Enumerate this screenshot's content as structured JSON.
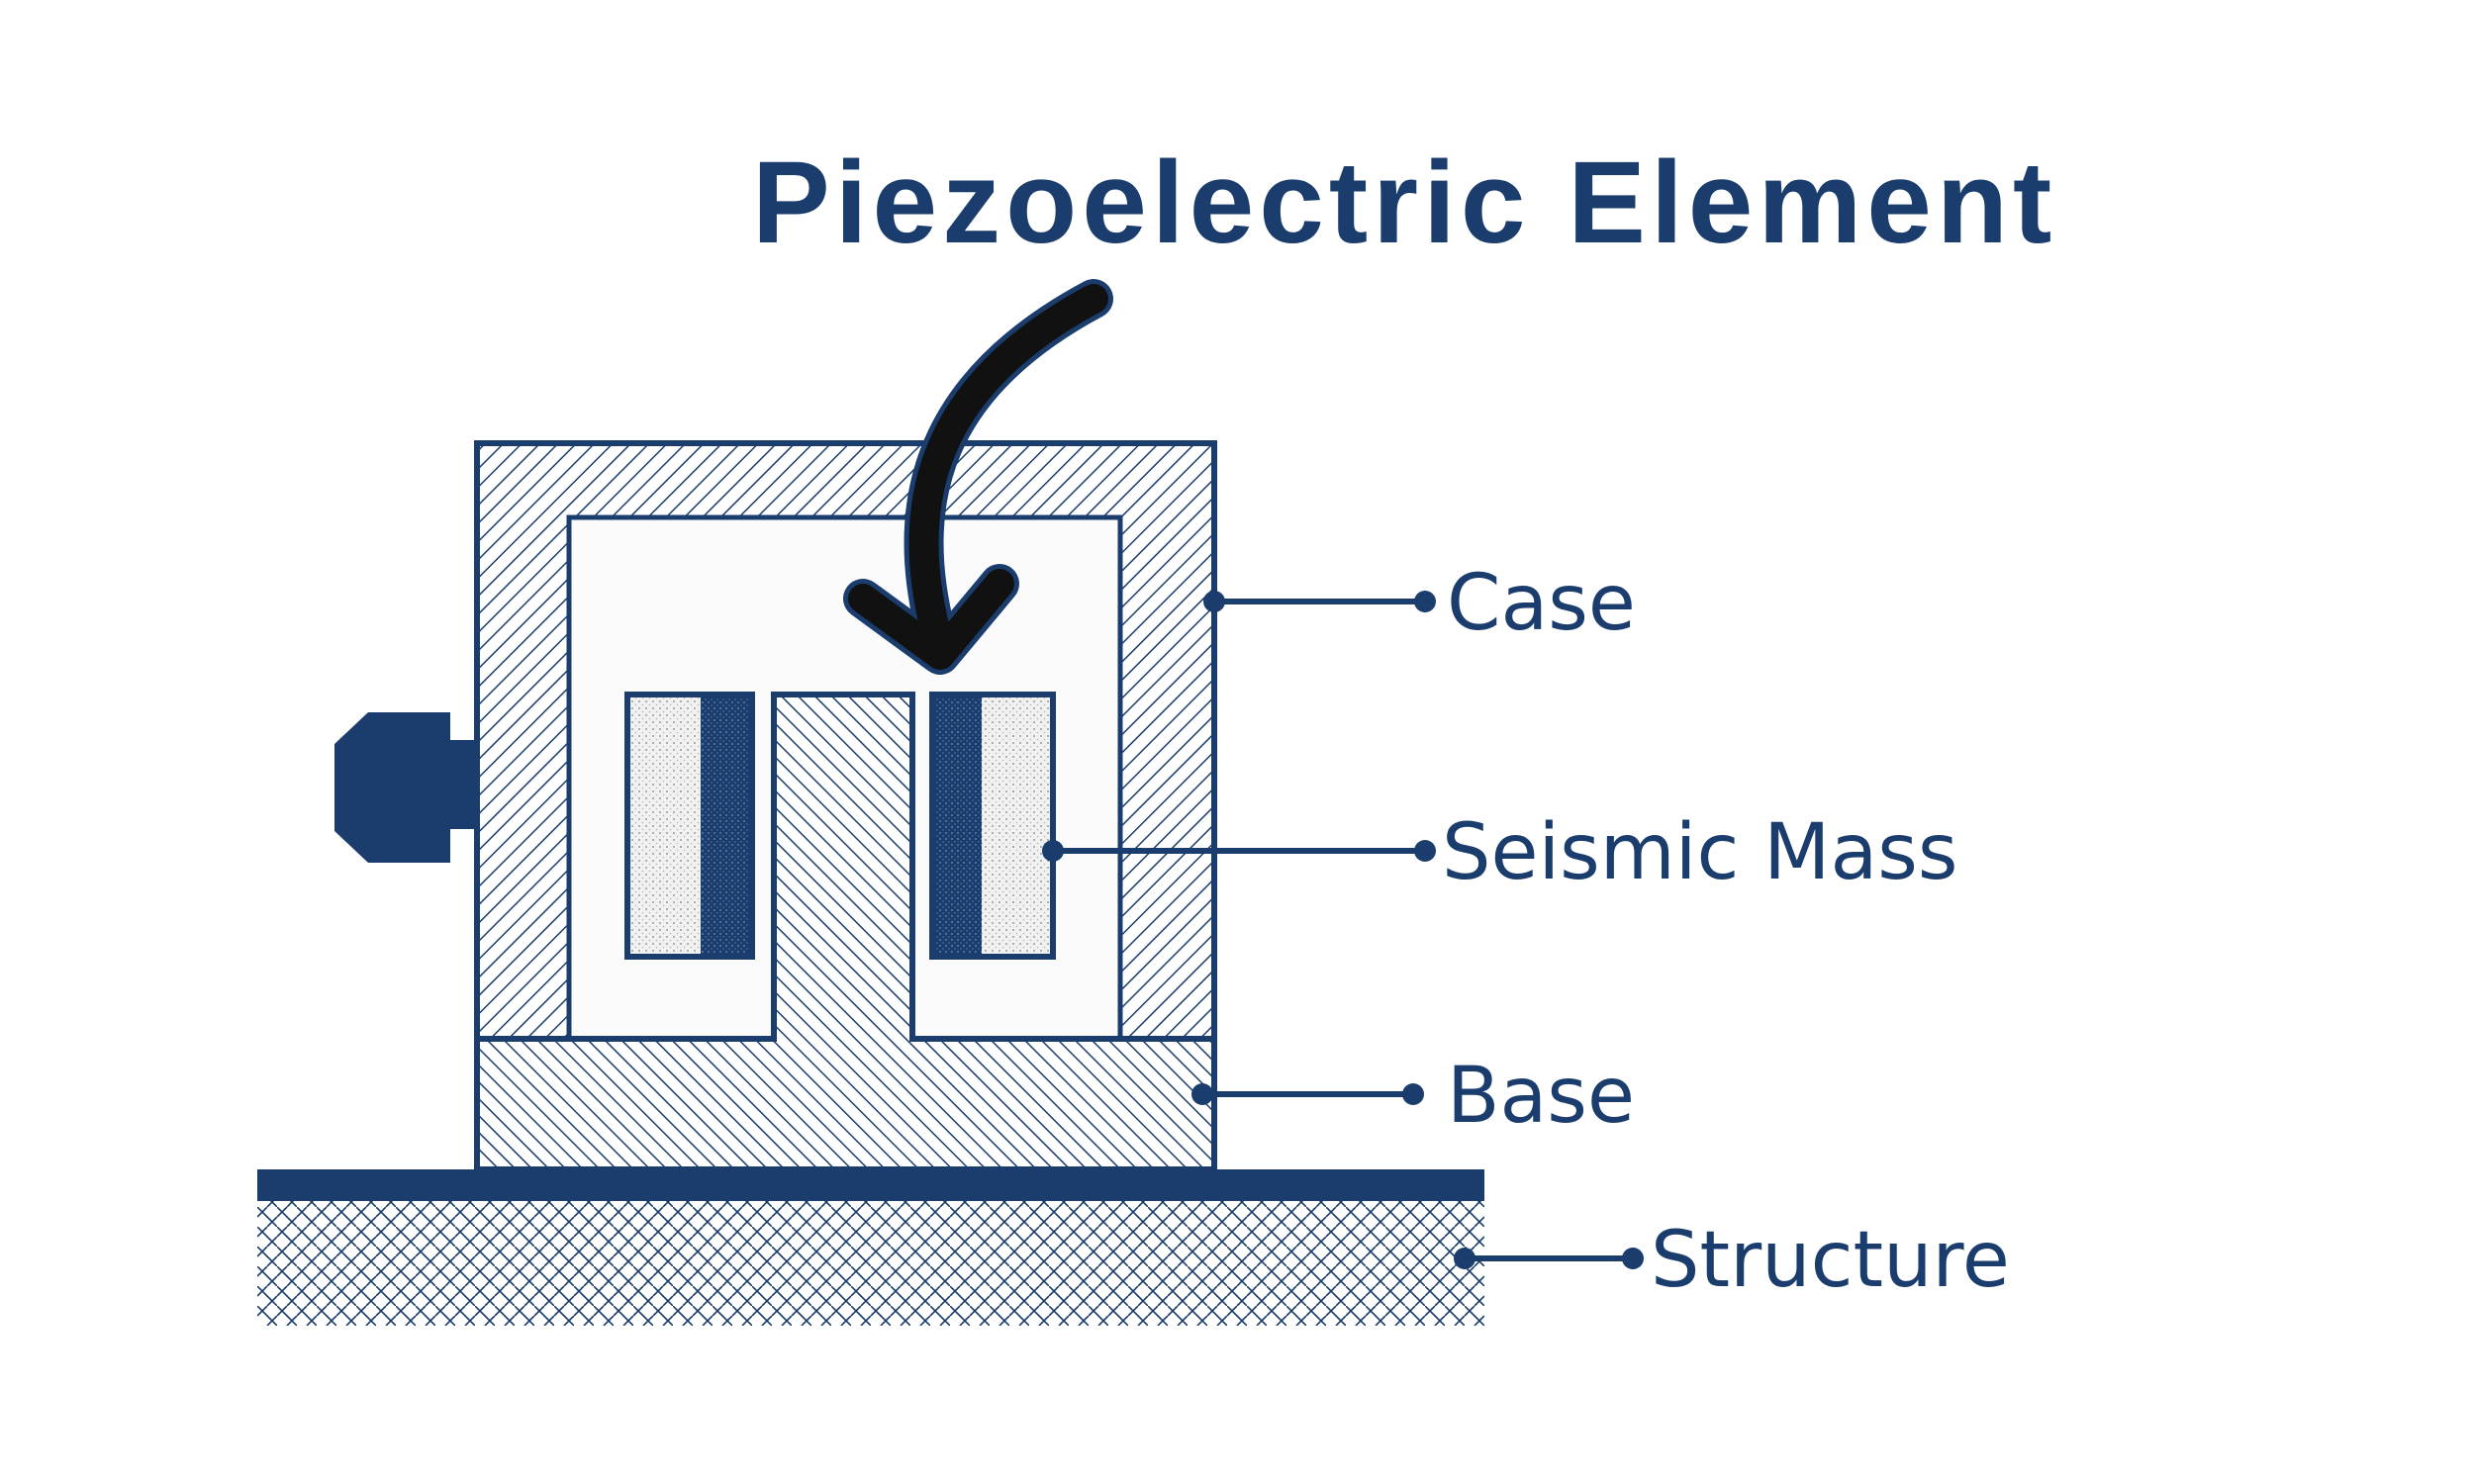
{
  "title": "Piezoelectric Element",
  "labels": {
    "case": "Case",
    "seismic_mass": "Seismic Mass",
    "base": "Base",
    "structure": "Structure"
  },
  "colors": {
    "primary": "#1b3d6d",
    "arrow": "#111111",
    "background": "#ffffff",
    "cavity": "#fbfbfb",
    "mass_fill": "#e9e9e9"
  }
}
